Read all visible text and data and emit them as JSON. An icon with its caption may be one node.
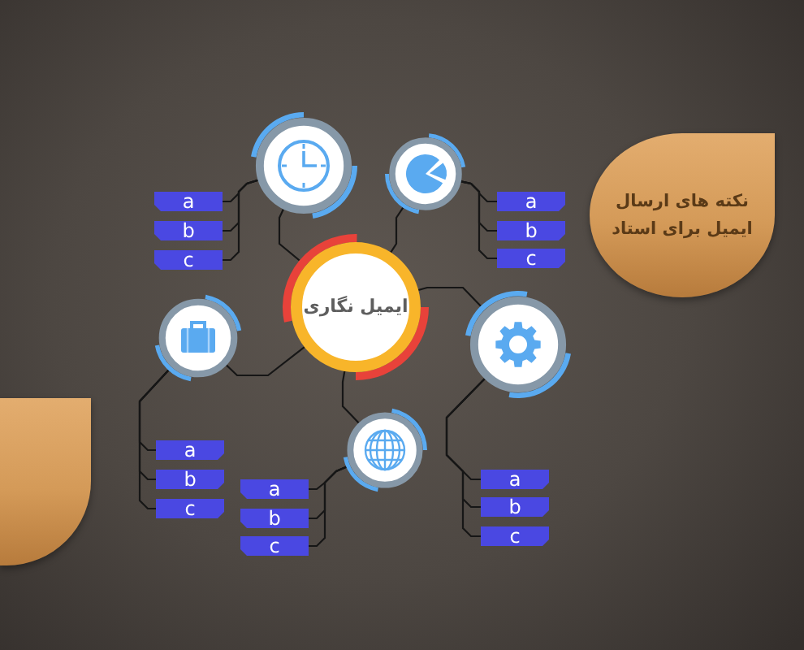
{
  "diagram": {
    "nodes": [
      {
        "text": [
          "ایمیل نگاری"
        ]
      },
      {
        "text": [],
        "shape": "circle"
      },
      {
        "text": [
          "a"
        ]
      },
      {
        "text": [
          "b"
        ]
      },
      {
        "text": [
          "c"
        ]
      },
      {
        "text": [],
        "shape": "circle"
      },
      {
        "text": [
          "a"
        ]
      },
      {
        "text": [
          "b"
        ]
      },
      {
        "text": [
          "c"
        ]
      },
      {
        "text": [],
        "shape": "circle"
      },
      {
        "text": [
          "a"
        ]
      },
      {
        "text": [
          "b"
        ]
      },
      {
        "text": [
          "c"
        ]
      },
      {
        "text": [],
        "shape": "circle"
      },
      {
        "text": [
          "a"
        ]
      },
      {
        "text": [
          "b"
        ]
      },
      {
        "text": [
          "c"
        ]
      },
      {
        "text": [],
        "shape": "circle"
      },
      {
        "text": [
          "a"
        ]
      },
      {
        "text": [
          "b"
        ]
      },
      {
        "text": [
          "c"
        ]
      },
      {
        "text": [
          "نکته های ارسال ایمیل برای استاد"
        ]
      },
      {
        "text": [],
        "shape": "box"
      }
    ],
    "edges": [
      {
        "from": 0,
        "to": 1,
        "arrow": "none"
      },
      {
        "from": 0,
        "to": 5,
        "arrow": "none"
      },
      {
        "from": 0,
        "to": 9,
        "arrow": "none"
      },
      {
        "from": 0,
        "to": 13,
        "arrow": "none"
      },
      {
        "from": 0,
        "to": 17,
        "arrow": "none"
      },
      {
        "from": 1,
        "to": 2,
        "arrow": "none"
      },
      {
        "from": 1,
        "to": 3,
        "arrow": "none"
      },
      {
        "from": 1,
        "to": 4,
        "arrow": "none"
      },
      {
        "from": 5,
        "to": 6,
        "arrow": "none"
      },
      {
        "from": 5,
        "to": 7,
        "arrow": "none"
      },
      {
        "from": 5,
        "to": 8,
        "arrow": "none"
      },
      {
        "from": 9,
        "to": 10,
        "arrow": "none"
      },
      {
        "from": 9,
        "to": 11,
        "arrow": "none"
      },
      {
        "from": 9,
        "to": 12,
        "arrow": "none"
      },
      {
        "from": 13,
        "to": 14,
        "arrow": "none"
      },
      {
        "from": 13,
        "to": 15,
        "arrow": "none"
      },
      {
        "from": 13,
        "to": 16,
        "arrow": "none"
      },
      {
        "from": 17,
        "to": 18,
        "arrow": "none"
      },
      {
        "from": 17,
        "to": 19,
        "arrow": "none"
      },
      {
        "from": 17,
        "to": 20,
        "arrow": "none"
      }
    ]
  }
}
